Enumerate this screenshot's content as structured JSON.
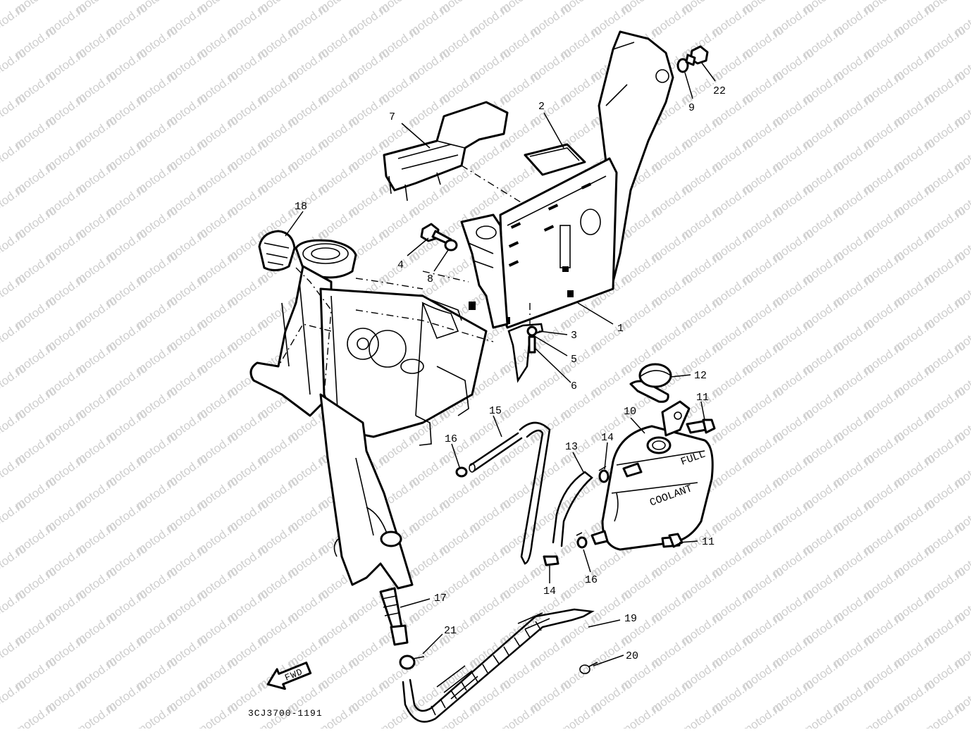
{
  "watermark": "motod.ru",
  "figure_code": "3CJ3700-1191",
  "fwd_label": "FWD",
  "tank_labels": {
    "full": "FULL",
    "coolant": "COOLANT"
  },
  "callouts": [
    "1",
    "2",
    "3",
    "4",
    "5",
    "6",
    "7",
    "8",
    "9",
    "10",
    "11",
    "11",
    "12",
    "13",
    "14",
    "14",
    "15",
    "16",
    "16",
    "17",
    "18",
    "19",
    "20",
    "21",
    "22"
  ]
}
